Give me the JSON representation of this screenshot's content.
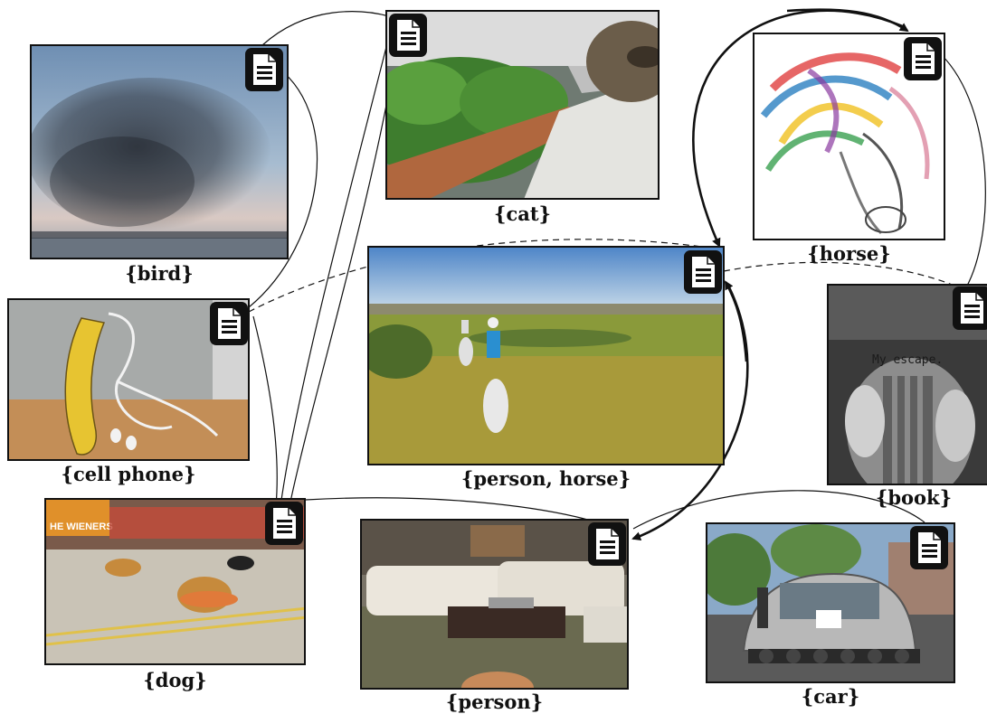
{
  "nodes": {
    "bird": {
      "caption": "{bird}"
    },
    "cat": {
      "caption": "{cat}"
    },
    "horse": {
      "caption": "{horse}"
    },
    "person_horse": {
      "caption": "{person, horse}"
    },
    "cell_phone": {
      "caption": "{cell phone}"
    },
    "book": {
      "caption": "{book}",
      "overlay_text": "My escape."
    },
    "dog": {
      "caption": "{dog}",
      "banner_text": "HE WIENERS"
    },
    "person": {
      "caption": "{person}"
    },
    "car": {
      "caption": "{car}"
    }
  },
  "icons": {
    "document": "document-icon"
  },
  "colors": {
    "line": "#111111",
    "icon_bg": "#ffffff",
    "icon_fg": "#1a1a1a"
  }
}
